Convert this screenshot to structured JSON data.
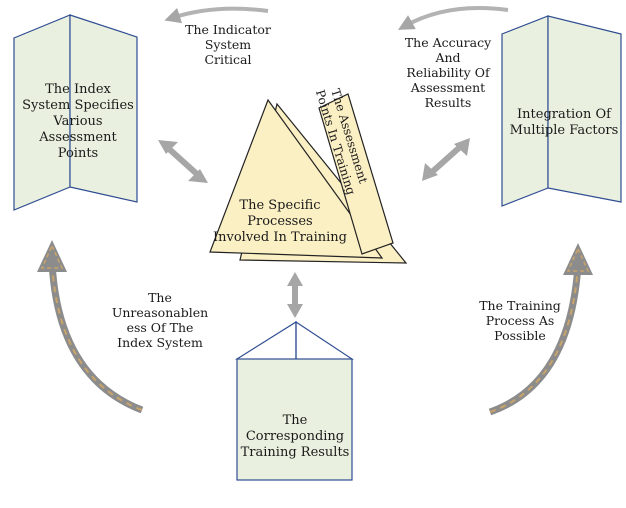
{
  "colors": {
    "box_fill": "#e9f0df",
    "box_stroke": "#2f4d92",
    "triangle_fill": "#fbefc4",
    "triangle_stroke": "#222222",
    "gray_arrow": "#a6a6a6",
    "curved_arrow": "#8c8c8c",
    "curved_arrow_dash": "#c8a46a"
  },
  "nodes": {
    "index_system": "The Index\nSystem Specifies\nVarious\nAssessment\nPoints",
    "integration": "Integration Of\nMultiple Factors",
    "training_results": "The\nCorresponding\nTraining Results",
    "specific_processes": "The Specific\nProcesses\nInvolved In Training",
    "assessment_points": "The Assessment\nPoints In Training"
  },
  "labels": {
    "indicator_system": "The Indicator\nSystem\nCritical",
    "accuracy": "The Accuracy\nAnd\nReliability Of\nAssessment\nResults",
    "unreasonableness": "The\nUnreasonablen\ness Of The\nIndex System",
    "training_process": "The Training\nProcess As\nPossible"
  },
  "icons": {
    "double_arrows": "double-headed-arrow-icon",
    "curved_arrows": "curved-arrow-icon"
  }
}
